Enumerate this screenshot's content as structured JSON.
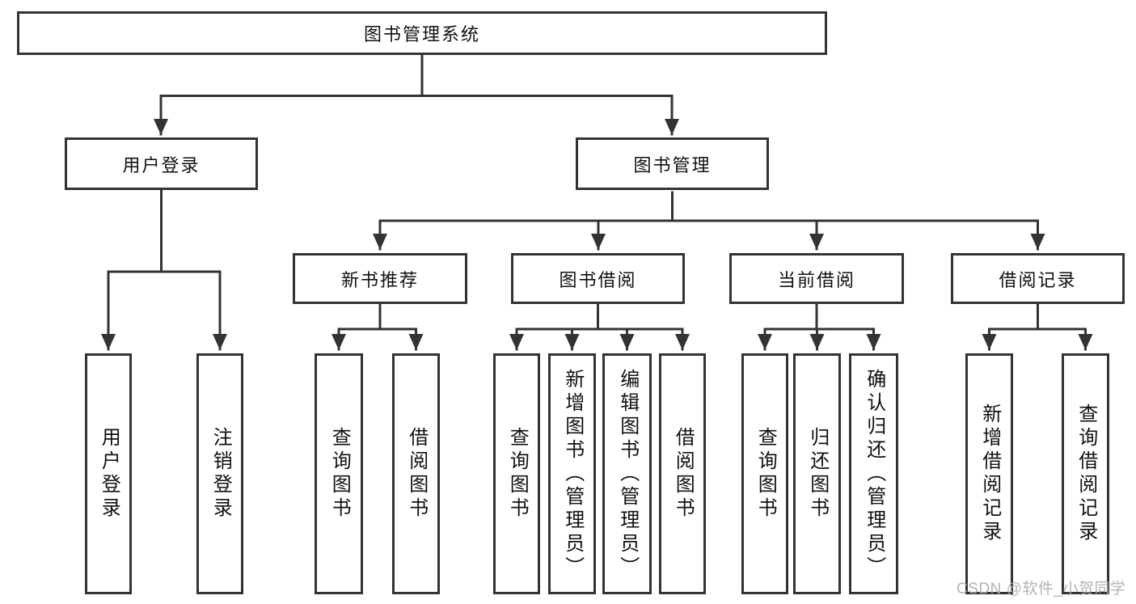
{
  "diagram": {
    "root": {
      "label": "图书管理系统"
    },
    "level2": [
      {
        "label": "用户登录"
      },
      {
        "label": "图书管理"
      }
    ],
    "level3": [
      {
        "label": "新书推荐"
      },
      {
        "label": "图书借阅"
      },
      {
        "label": "当前借阅"
      },
      {
        "label": "借阅记录"
      }
    ],
    "leaves": {
      "user_login": [
        "用户登录",
        "注销登录"
      ],
      "new_book": [
        "查询图书",
        "借阅图书"
      ],
      "book_borrow": [
        "查询图书",
        "新增图书（管理员）",
        "编辑图书（管理员）",
        "借阅图书"
      ],
      "current_borrow": [
        "查询图书",
        "归还图书",
        "确认归还（管理员）"
      ],
      "borrow_record": [
        "新增借阅记录",
        "查询借阅记录"
      ]
    }
  },
  "watermark": {
    "text": "CSDN @软件_小贺同学"
  },
  "colors": {
    "line": "#333333",
    "text": "#111111",
    "watermark": "#afafaf",
    "background": "#ffffff"
  }
}
